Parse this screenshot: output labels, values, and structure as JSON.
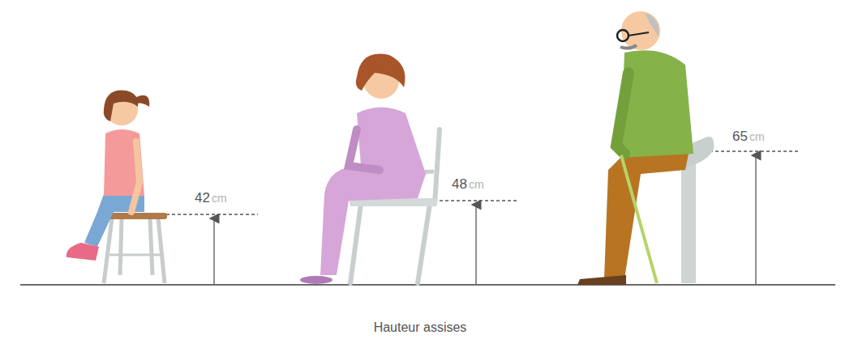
{
  "diagram": {
    "caption": "Hauteur assises",
    "labels": [
      "42",
      "cm",
      "48",
      "cm",
      "65",
      "cm"
    ]
  }
}
